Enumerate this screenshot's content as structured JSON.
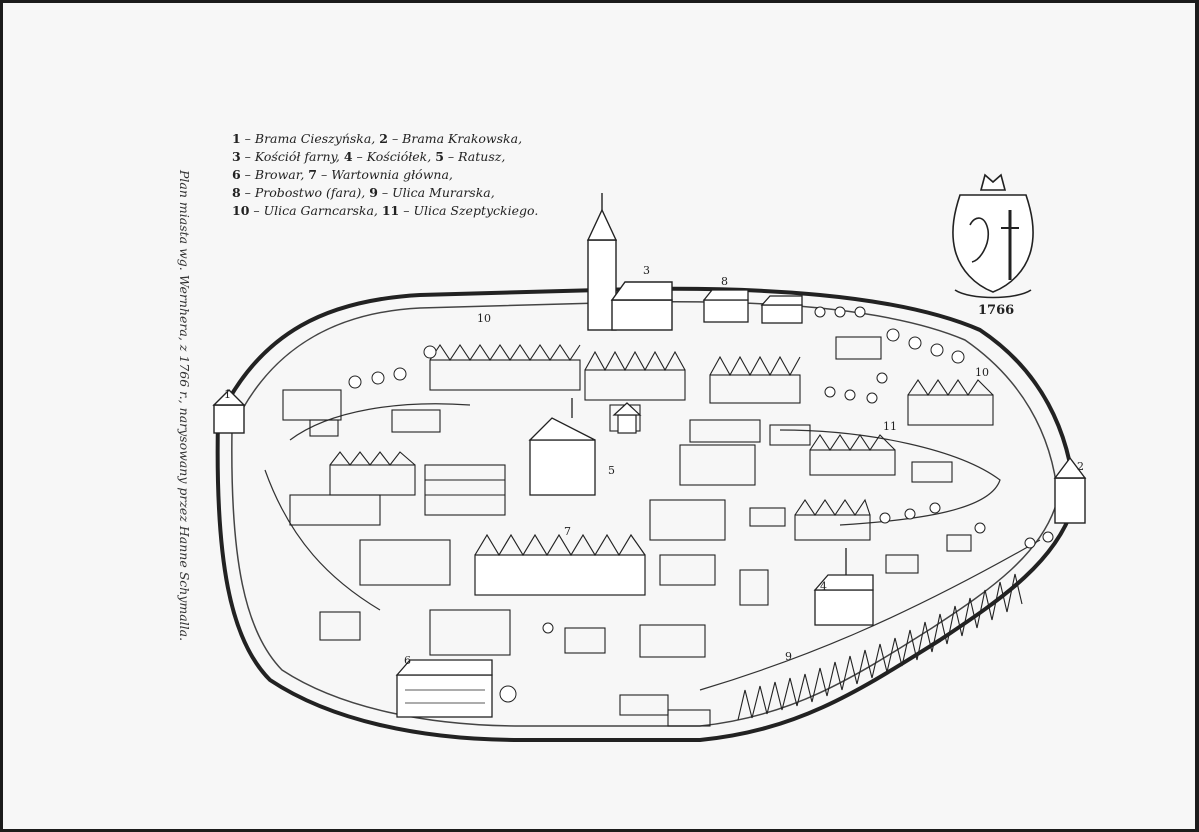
{
  "legend": [
    {
      "n1": "1",
      "t1": " – Brama Cieszyńska, ",
      "n2": "2",
      "t2": " – Brama Krakowska,",
      "n3": "",
      "t3": ""
    },
    {
      "n1": "3",
      "t1": " – Kościół farny, ",
      "n2": "4",
      "t2": " – Kościółek, ",
      "n3": "5",
      "t3": " – Ratusz,"
    },
    {
      "n1": "6",
      "t1": " – Browar, ",
      "n2": "7",
      "t2": " – Wartownia główna,",
      "n3": "",
      "t3": ""
    },
    {
      "n1": "8",
      "t1": " – Probostwo (fara), ",
      "n2": "9",
      "t2": " – Ulica Murarska,",
      "n3": "",
      "t3": ""
    },
    {
      "n1": "10",
      "t1": " – Ulica Garncarska, ",
      "n2": "11",
      "t2": " – Ulica Szeptyckiego.",
      "n3": "",
      "t3": ""
    }
  ],
  "caption": "Plan miasta wg. Wernhera, z 1766 r., narysowany przez Hanne Schymalla.",
  "crest": {
    "year": "1766"
  },
  "map_numbers": [
    "1",
    "2",
    "3",
    "4",
    "5",
    "6",
    "7",
    "8",
    "9",
    "10",
    "10",
    "11"
  ],
  "colors": {
    "ink": "#222222",
    "paper": "#f7f7f7"
  }
}
